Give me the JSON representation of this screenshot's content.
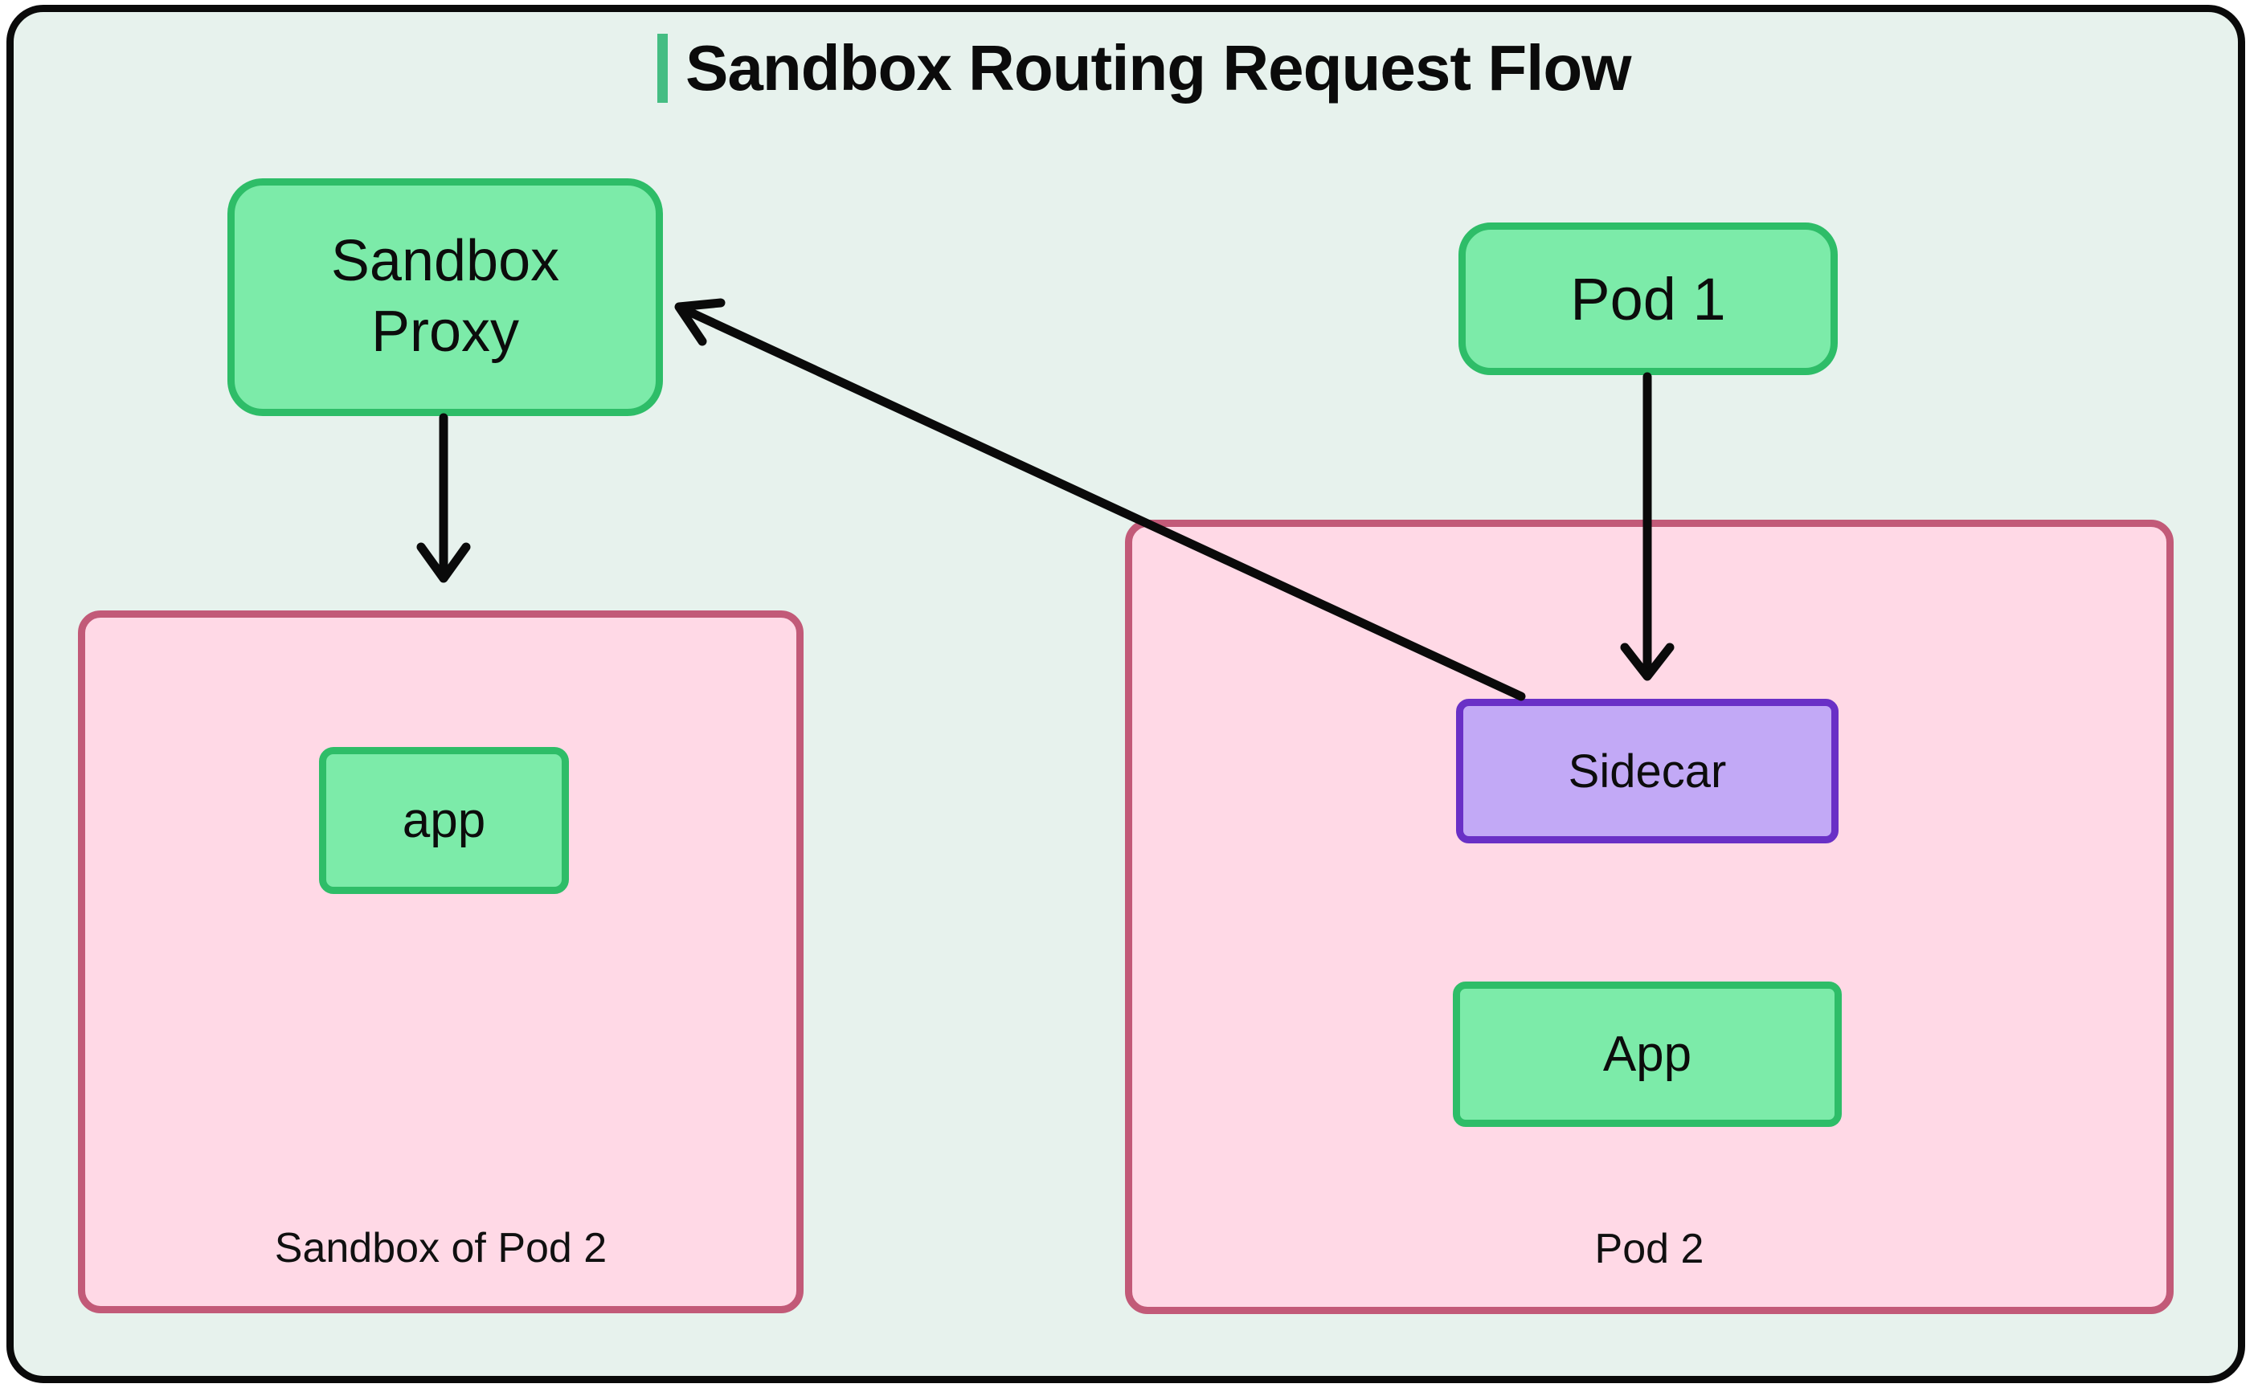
{
  "title": {
    "text": "Sandbox Routing Request Flow"
  },
  "nodes": {
    "sandbox_proxy": {
      "label": "Sandbox Proxy"
    },
    "pod1": {
      "label": "Pod 1"
    },
    "sidecar": {
      "label": "Sidecar"
    },
    "app_pod2": {
      "label": "App"
    },
    "app_sandbox": {
      "label": "app"
    }
  },
  "containers": {
    "sandbox_of_pod2": {
      "label": "Sandbox of Pod 2"
    },
    "pod2": {
      "label": "Pod 2"
    }
  },
  "arrows": [
    {
      "id": "sandbox-proxy-to-sandbox-of-pod2",
      "from": "Sandbox Proxy",
      "to": "Sandbox of Pod 2"
    },
    {
      "id": "pod1-to-sidecar",
      "from": "Pod 1",
      "to": "Sidecar"
    },
    {
      "id": "sidecar-to-sandbox-proxy",
      "from": "Sidecar",
      "to": "Sandbox Proxy"
    }
  ],
  "colors": {
    "canvas_background": "#e7f2ed",
    "frame_border": "#0a0a0a",
    "title_accent": "#45bd83",
    "node_green_fill": "#7ceba9",
    "node_green_border": "#2ebd68",
    "node_purple_fill": "#c2a9f6",
    "node_purple_border": "#6930c6",
    "container_pink_fill": "#ffd9e6",
    "container_pink_border": "#c25a78",
    "arrow_color": "#0a0a0a",
    "text_color": "#0c0c0c"
  }
}
